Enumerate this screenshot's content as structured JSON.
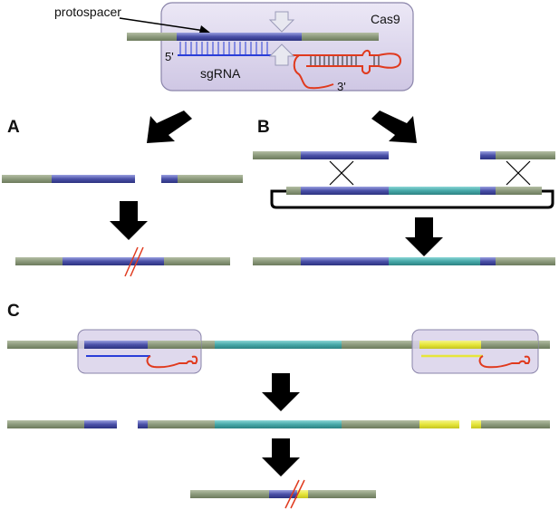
{
  "labels": {
    "protospacer": "protospacer",
    "cas9": "Cas9",
    "five_prime": "5'",
    "three_prime": "3'",
    "sgrna": "sgRNA"
  },
  "panels": {
    "a": "A",
    "b": "B",
    "c": "C"
  },
  "colors": {
    "dna_gray": "#8c9a7c",
    "dna_blue": "#4a50a8",
    "dna_teal": "#46a8a8",
    "dna_yellow": "#e6e63a",
    "rna_red": "#e03a1e",
    "rna_blue": "#2a3ed8",
    "cas9_fill": "#d9d2ea",
    "cas9_stroke": "#8a84aa",
    "arrow": "#000000",
    "cut_mark": "#e03a1e"
  }
}
